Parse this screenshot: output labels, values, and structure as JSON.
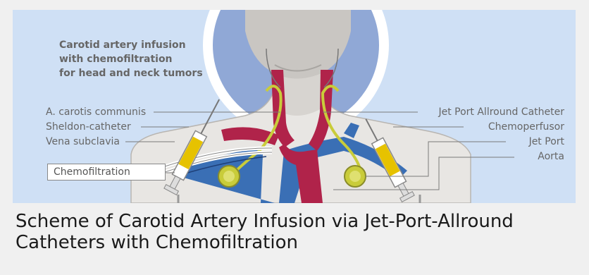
{
  "diagram": {
    "heading": [
      "Carotid artery infusion",
      "with chemofiltration",
      "for head and neck tumors"
    ],
    "labels_left": {
      "carotis": "A. carotis communis",
      "sheldon": "Sheldon-catheter",
      "vena": "Vena subclavia"
    },
    "labels_right": {
      "jetport_catheter": "Jet Port Allround Catheter",
      "chemoperfusor": "Chemoperfusor",
      "jetport": "Jet Port",
      "aorta": "Aorta"
    },
    "chemofiltration": "Chemofiltration",
    "colors": {
      "background": "#cfe0f5",
      "artery": "#b0234a",
      "vein": "#3a6fb5",
      "port": "#c9cc3a",
      "syringe_fluid": "#e6c200"
    }
  },
  "caption": "Scheme of Carotid Artery Infusion via Jet-Port-Allround Catheters with Chemofiltration"
}
